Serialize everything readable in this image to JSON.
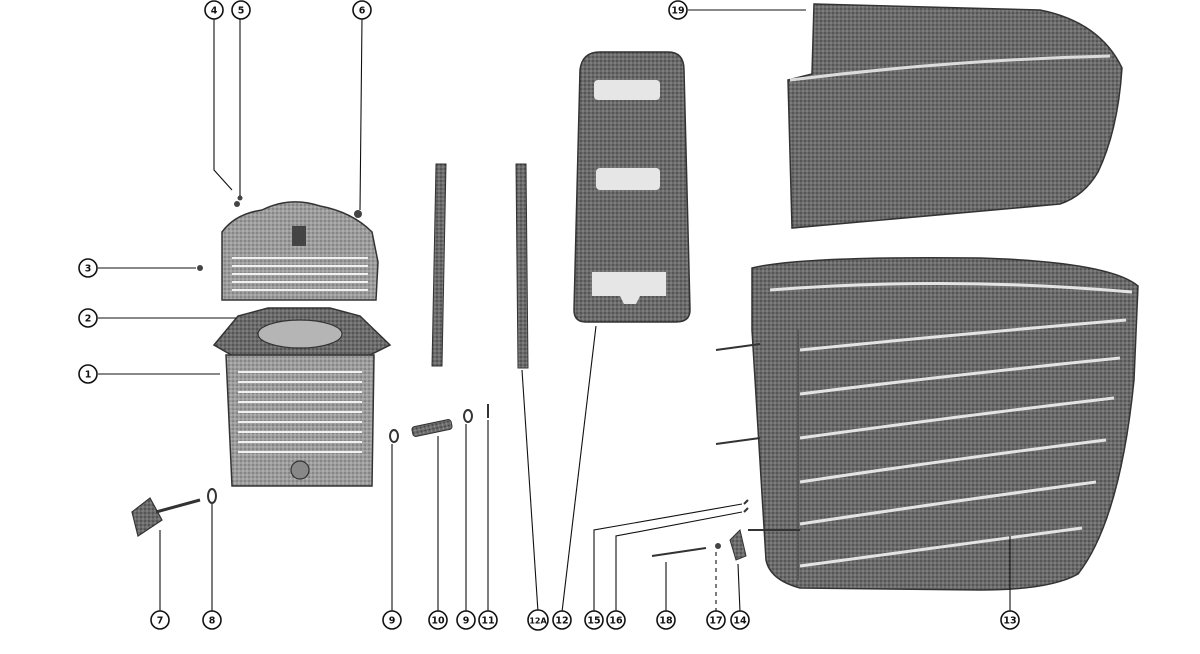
{
  "callouts": {
    "c4": "4",
    "c5": "5",
    "c6": "6",
    "c19": "19",
    "c3": "3",
    "c2": "2",
    "c1": "1",
    "c7": "7",
    "c8": "8",
    "c9a": "9",
    "c10": "10",
    "c9b": "9",
    "c11": "11",
    "c12a": "12A",
    "c12": "12",
    "c15": "15",
    "c16": "16",
    "c18": "18",
    "c17": "17",
    "c14": "14",
    "c13": "13"
  },
  "colors": {
    "ink": "#111111",
    "part_dark": "#5a5a5a",
    "part_mid": "#8c8c8c",
    "part_light": "#bdbdbd",
    "paper": "#ffffff"
  }
}
